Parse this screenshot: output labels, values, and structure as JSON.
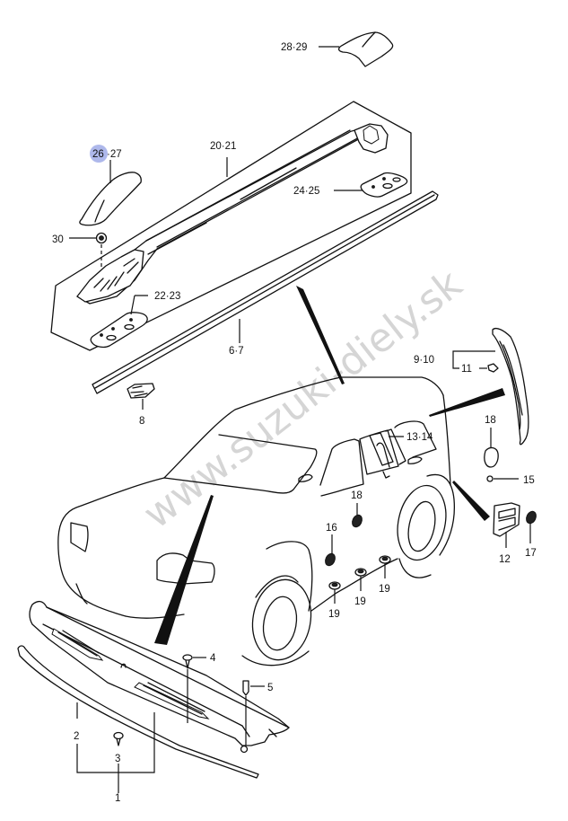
{
  "diagram": {
    "type": "exploded-parts-diagram",
    "subject": "vehicle exterior trim (roof rails, moldings, cowl, covers)",
    "watermark": "www.suzuki-diely.sk",
    "highlight_color": "#9aa6e6",
    "highlighted_label": "26",
    "callouts": {
      "c28_29": "28·29",
      "c26": "26",
      "c26_27_sep": "·27",
      "c20_21": "20·21",
      "c24_25": "24·25",
      "c30": "30",
      "c22_23": "22·23",
      "c6_7": "6·7",
      "c8": "8",
      "c9_10": "9·10",
      "c11": "11",
      "c13_14": "13·14",
      "c18a": "18",
      "c15": "15",
      "c18b": "18",
      "c16": "16",
      "c12": "12",
      "c17": "17",
      "c19a": "19",
      "c19b": "19",
      "c19c": "19",
      "c4": "4",
      "c5": "5",
      "c2": "2",
      "c3": "3",
      "c1": "1"
    }
  }
}
